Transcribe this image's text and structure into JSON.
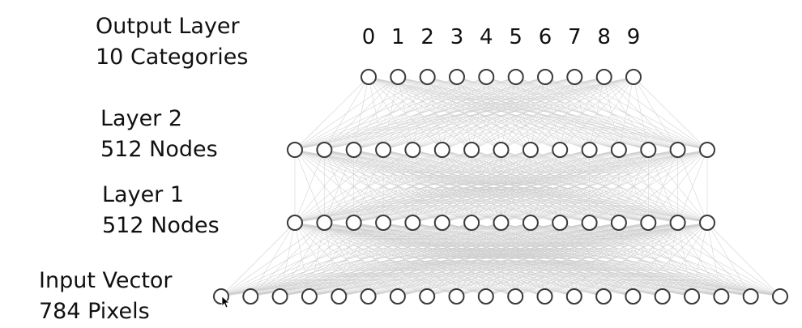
{
  "labels": {
    "output": {
      "line1": "Output Layer",
      "line2": "10 Categories"
    },
    "layer2": {
      "line1": "Layer 2",
      "line2": "512 Nodes"
    },
    "layer1": {
      "line1": "Layer 1",
      "line2": "512 Nodes"
    },
    "input": {
      "line1": "Input Vector",
      "line2": "784 Pixels"
    }
  },
  "output_digits": [
    "0",
    "1",
    "2",
    "3",
    "4",
    "5",
    "6",
    "7",
    "8",
    "9"
  ],
  "layers": [
    {
      "id": "output",
      "drawn_nodes": 10
    },
    {
      "id": "layer2",
      "drawn_nodes": 15
    },
    {
      "id": "layer1",
      "drawn_nodes": 15
    },
    {
      "id": "input",
      "drawn_nodes": 20
    }
  ],
  "colors": {
    "node_stroke": "#3a3a3a",
    "node_fill": "#ffffff",
    "edge": "#a9a9a9",
    "text": "#111111"
  },
  "icons": {
    "cursor": "mouse-pointer-icon"
  }
}
